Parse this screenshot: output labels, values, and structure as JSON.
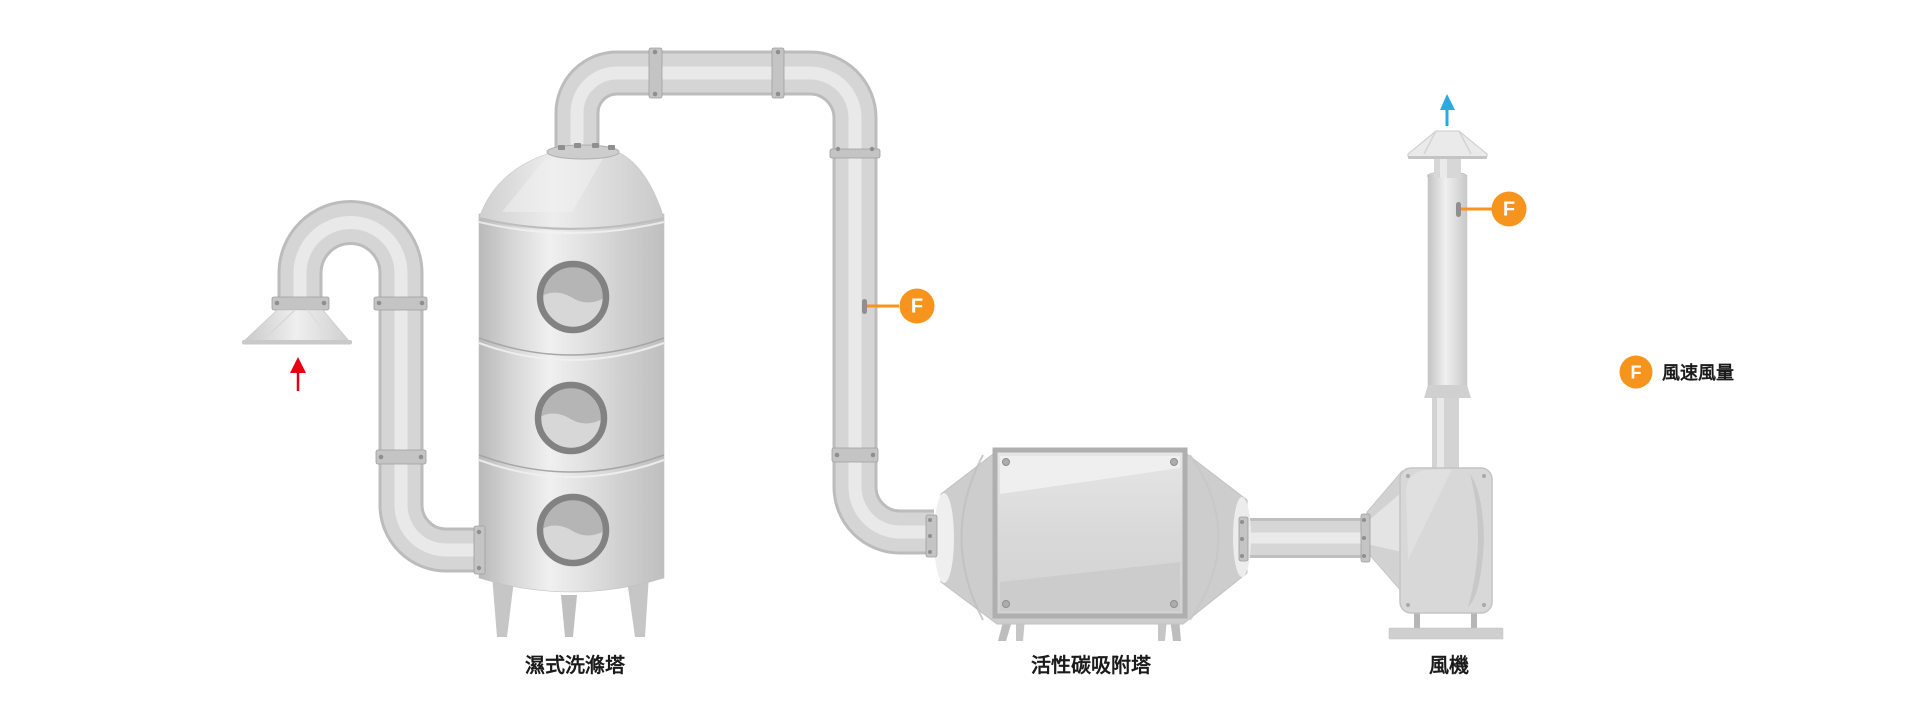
{
  "diagram": {
    "labels": {
      "scrubber": "濕式洗滌塔",
      "carbon_tower": "活性碳吸附塔",
      "fan": "風機"
    },
    "markers": {
      "duct": {
        "symbol": "F"
      },
      "stack": {
        "symbol": "F"
      }
    },
    "legend": {
      "symbol": "F",
      "label": "風速風量"
    },
    "flow": {
      "inlet_arrow_direction": "up",
      "outlet_arrow_direction": "up"
    },
    "colors": {
      "marker_orange": "#F7941E",
      "inlet_red": "#E60012",
      "outlet_blue": "#29ABE2",
      "label_text": "#1B1B1B"
    }
  }
}
